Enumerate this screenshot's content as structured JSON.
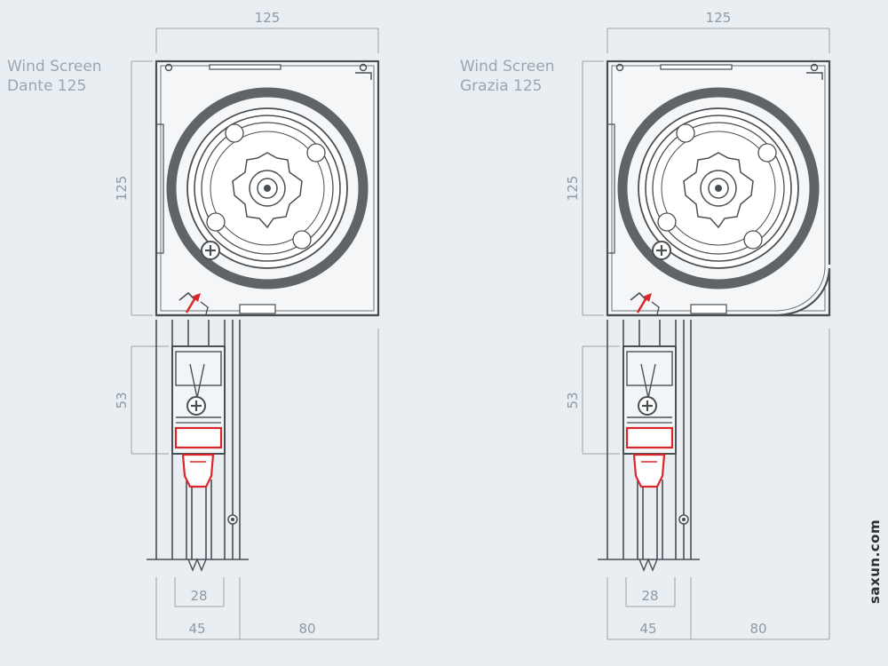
{
  "products": [
    {
      "title_line1": "Wind Screen",
      "title_line2": "Dante 125"
    },
    {
      "title_line1": "Wind Screen",
      "title_line2": "Grazia 125"
    }
  ],
  "dimensions": {
    "width": "125",
    "height": "125",
    "bottom_bar": "53",
    "inner_width": "28",
    "rail_width": "45",
    "side_width": "80"
  },
  "watermark": "saxun.com",
  "colors": {
    "background": "#e8eef2",
    "line": "#4a4f54",
    "dim_line": "#9aa3aa",
    "accent_red": "#d9262b",
    "ring": "#5f6469"
  }
}
